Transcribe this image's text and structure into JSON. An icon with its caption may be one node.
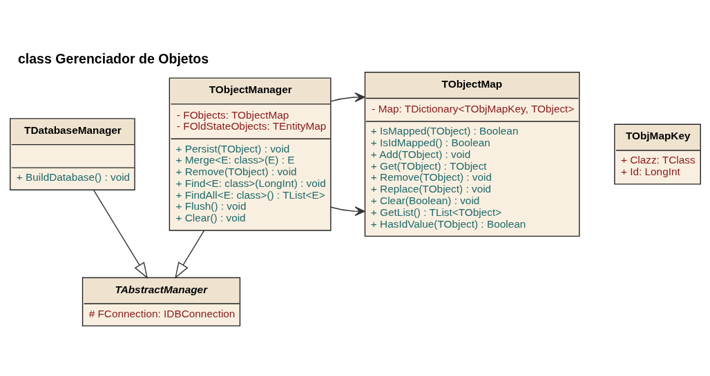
{
  "diagram": {
    "title": "class Gerenciador de Objetos",
    "nodes": [
      {
        "text": [
          "TAbstractManager",
          "# FConnection: IDBConnection"
        ]
      },
      {
        "text": [
          "TDatabaseManager",
          "+ BuildDatabase() : void"
        ]
      },
      {
        "text": [
          "TObjectManager",
          "- FObjects: TObjectMap",
          "- FOldStateObjects: TEntityMap",
          "+ Persist(TObject) : void",
          "+ Merge<E: class>(E) : E",
          "+ Remove(TObject) : void",
          "+ Find<E: class>(LongInt) : void",
          "+ FindAll<E: class>() : TList<E>",
          "+ Flush() : void",
          "+ Clear() : void"
        ]
      },
      {
        "text": [
          "TObjectMap",
          "- Map: TDictionary<TObjMapKey, TObject>",
          "+ IsMapped(TObject) : Boolean",
          "+ IsIdMapped() : Boolean",
          "+ Add(TObject) : void",
          "+ Get(TObject) : TObject",
          "+ Remove(TObject) : void",
          "+ Replace(TObject) : void",
          "+ Clear(Boolean) : void",
          "+ GetList() : TList<TObject>",
          "+ HasIdValue(TObject) : Boolean"
        ]
      },
      {
        "text": [
          "TObjMapKey",
          "+ Clazz: TClass",
          "+ Id: LongInt"
        ]
      }
    ],
    "edges": [
      {
        "from": 1,
        "to": 0,
        "arrow": "to"
      },
      {
        "from": 2,
        "to": 0,
        "arrow": "to"
      },
      {
        "from": 2,
        "to": 3,
        "arrow": "to"
      },
      {
        "from": 2,
        "to": 3,
        "arrow": "to"
      }
    ]
  }
}
